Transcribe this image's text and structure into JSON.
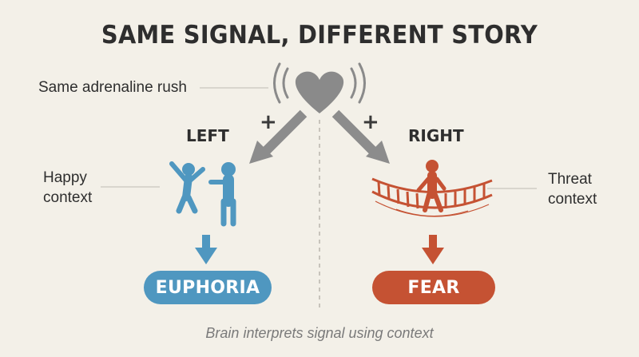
{
  "title": "SAME SIGNAL, DIFFERENT STORY",
  "signal_label": "Same adrenaline rush",
  "left": {
    "heading": "LEFT",
    "plus": "+",
    "context": [
      "Happy",
      "context"
    ],
    "outcome": "EUPHORIA"
  },
  "right": {
    "heading": "RIGHT",
    "plus": "+",
    "context": [
      "Threat",
      "context"
    ],
    "outcome": "FEAR"
  },
  "caption": "Brain interprets signal using context",
  "icons": {
    "signal": "pulsing-heart-icon",
    "left_figure": "happy-people-icon",
    "right_figure": "person-on-rope-bridge-icon"
  },
  "colors": {
    "heart": "#8a8a8a",
    "arrow_gray": "#8c8c8c",
    "happy_blue": "#4f97c0",
    "fear_red": "#c55233",
    "text": "#2e2e2e"
  }
}
